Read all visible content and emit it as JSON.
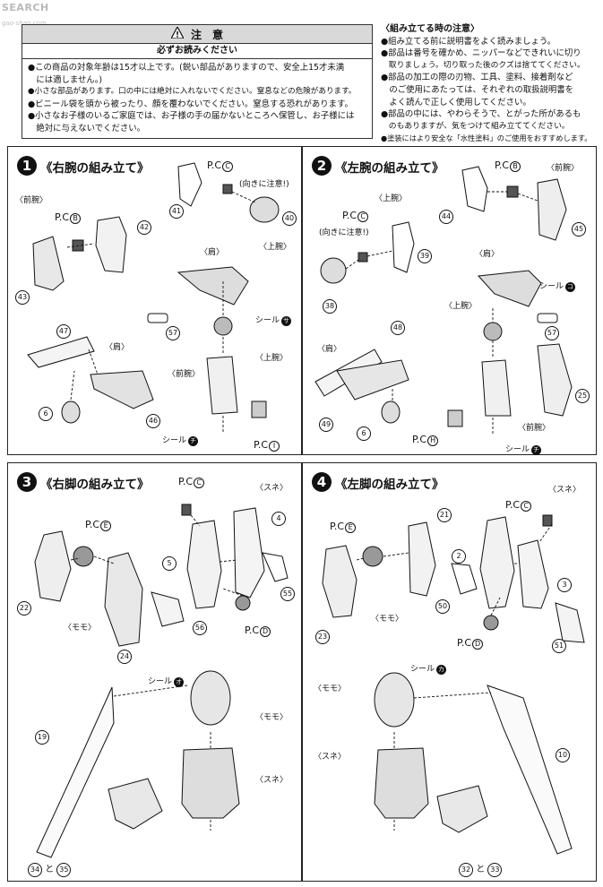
{
  "watermark": {
    "top": "SEARCH",
    "sub": "gao-shan.com"
  },
  "caution": {
    "icon": "warning-icon",
    "title": "注　意",
    "subtitle": "必ずお読みください",
    "lines": [
      "●この商品の対象年齢は15才以上です。(鋭い部品がありますので、安全上15才未満",
      "　には適しません。)",
      "●小さな部品があります。口の中には絶対に入れないでください。窒息などの危険があります。",
      "●ビニール袋を頭から被ったり、顔を覆わないでください。窒息する恐れがあります。",
      "●小さなお子様のいるご家庭では、お子様の手の届かないところへ保管し、お子様には",
      "　絶対に与えないでください。"
    ]
  },
  "notes": {
    "title": "〈組み立てる時の注意〉",
    "lines": [
      "●組み立てる前に説明書をよく読みましょう。",
      "●部品は番号を確かめ、ニッパーなどできれいに切り",
      "　取りましょう。切り取った後のクズは捨ててください。",
      "●部品の加工の際の刃物、工具、塗料、接着剤など",
      "　のご使用にあたっては、それぞれの取扱説明書を",
      "　よく読んで正しく使用してください。",
      "●部品の中には、やわらそうで、とがった所があるも",
      "　のもありますが、気をつけて組み立ててください。",
      "●塗装にはより安全な「水性塗料」のご使用をおすすめします。"
    ]
  },
  "steps": [
    {
      "num": "1",
      "title": "《右腕の組み立て》",
      "labels": {
        "mae": "〈前腕〉",
        "kata": "〈肩〉",
        "kata2": "〈肩〉",
        "joukaku": "〈上腕〉",
        "joukaku2": "〈上腕〉",
        "mae2": "〈前腕〉",
        "seal": "シール",
        "sealmark": "サ",
        "seal2": "シール",
        "sealmark2": "チ",
        "muki": "(向きに注意!)"
      },
      "pc": [
        {
          "t": "P.C",
          "c": "C"
        },
        {
          "t": "P.C",
          "c": "B"
        },
        {
          "t": "P.C",
          "c": "I"
        }
      ],
      "parts": [
        "41",
        "40",
        "42",
        "43",
        "57",
        "47",
        "6",
        "46"
      ]
    },
    {
      "num": "2",
      "title": "《左腕の組み立て》",
      "labels": {
        "joukaku": "〈上腕〉",
        "mae": "〈前腕〉",
        "kata": "〈肩〉",
        "kata2": "〈肩〉",
        "joukaku2": "〈上腕〉",
        "mae2": "〈前腕〉",
        "seal": "シール",
        "sealmark": "コ",
        "seal2": "シール",
        "sealmark2": "チ",
        "muki": "(向きに注意!)"
      },
      "pc": [
        {
          "t": "P.C",
          "c": "C"
        },
        {
          "t": "P.C",
          "c": "B"
        },
        {
          "t": "P.C",
          "c": "H"
        }
      ],
      "parts": [
        "44",
        "45",
        "39",
        "38",
        "57",
        "48",
        "49",
        "6",
        "25"
      ]
    },
    {
      "num": "3",
      "title": "《右脚の組み立て》",
      "labels": {
        "sune": "〈スネ〉",
        "momo": "〈モモ〉",
        "momo2": "〈モモ〉",
        "sune2": "〈スネ〉",
        "seal": "シール",
        "sealmark": "オ",
        "to": "と"
      },
      "pc": [
        {
          "t": "P.C",
          "c": "C"
        },
        {
          "t": "P.C",
          "c": "E"
        },
        {
          "t": "P.C",
          "c": "D"
        }
      ],
      "parts": [
        "4",
        "5",
        "22",
        "24",
        "55",
        "56",
        "19",
        "34",
        "35"
      ]
    },
    {
      "num": "4",
      "title": "《左脚の組み立て》",
      "labels": {
        "sune": "〈スネ〉",
        "momo": "〈モモ〉",
        "momo2": "〈モモ〉",
        "sune2": "〈スネ〉",
        "seal": "シール",
        "sealmark": "カ",
        "to": "と"
      },
      "pc": [
        {
          "t": "P.C",
          "c": "C"
        },
        {
          "t": "P.C",
          "c": "E"
        },
        {
          "t": "P.C",
          "c": "D"
        }
      ],
      "parts": [
        "21",
        "2",
        "3",
        "23",
        "50",
        "51",
        "10",
        "32",
        "33"
      ]
    }
  ]
}
